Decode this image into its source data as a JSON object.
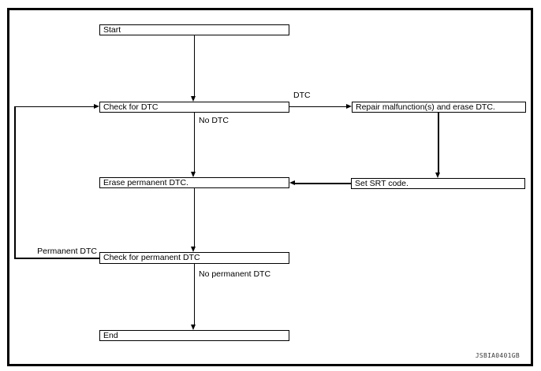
{
  "diagram": {
    "nodes": {
      "start": "Start",
      "check_dtc": "Check for DTC",
      "repair": "Repair malfunction(s) and erase DTC.",
      "erase_permanent": "Erase permanent DTC.",
      "set_srt": "Set SRT code.",
      "check_permanent": "Check for permanent DTC",
      "end": "End"
    },
    "edge_labels": {
      "dtc": "DTC",
      "no_dtc": "No DTC",
      "permanent_dtc": "Permanent DTC",
      "no_permanent_dtc": "No permanent DTC"
    },
    "watermark": "JSBIA0401GB",
    "colors": {
      "line": "#000000",
      "background": "#ffffff",
      "watermark_text": "#3a3a3a"
    }
  }
}
